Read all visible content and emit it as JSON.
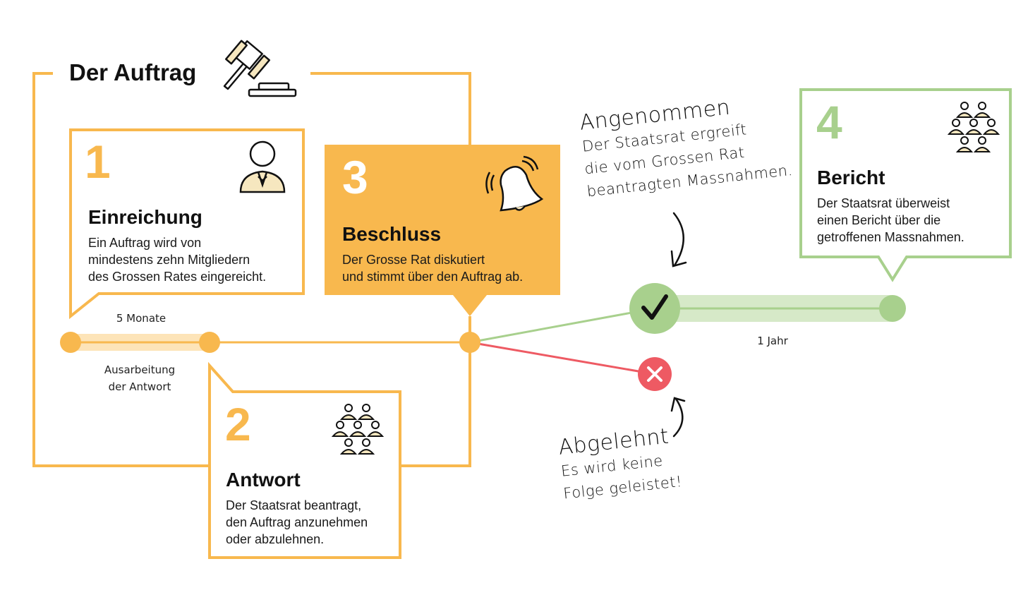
{
  "title": "Der Auftrag",
  "colors": {
    "orange": "#f8b84e",
    "orange_light": "#fde4b8",
    "green": "#a8d08d",
    "green_light": "#d6e9c8",
    "red": "#ee5a63",
    "icon_fill": "#f6e7bf"
  },
  "steps": [
    {
      "number": "1",
      "heading": "Einreichung",
      "lines": [
        "Ein Auftrag wird von",
        "mindestens zehn Mitgliedern",
        "des Grossen Rates eingereicht."
      ],
      "icon": "person-icon"
    },
    {
      "number": "2",
      "heading": "Antwort",
      "lines": [
        "Der Staatsrat beantragt,",
        "den Auftrag anzunehmen",
        "oder abzulehnen."
      ],
      "icon": "group-icon"
    },
    {
      "number": "3",
      "heading": "Beschluss",
      "lines": [
        "Der Grosse Rat diskutiert",
        "und stimmt über den Auftrag ab."
      ],
      "icon": "bell-icon"
    },
    {
      "number": "4",
      "heading": "Bericht",
      "lines": [
        "Der Staatsrat überweist",
        "einen Bericht über die",
        "getroffenen Massnahmen."
      ],
      "icon": "group-icon"
    }
  ],
  "timeline": {
    "duration_1": "5 Monate",
    "phase_1": [
      "Ausarbeitung",
      "der Antwort"
    ],
    "duration_2": "1 Jahr"
  },
  "outcomes": {
    "accepted": {
      "title": "Angenommen",
      "lines": [
        "Der Staatsrat ergreift",
        "die vom Grossen Rat",
        "beantragten Massnahmen."
      ],
      "icon": "check-icon"
    },
    "rejected": {
      "title": "Abgelehnt",
      "lines": [
        "Es wird keine",
        "Folge geleistet!"
      ],
      "icon": "x-icon"
    }
  }
}
